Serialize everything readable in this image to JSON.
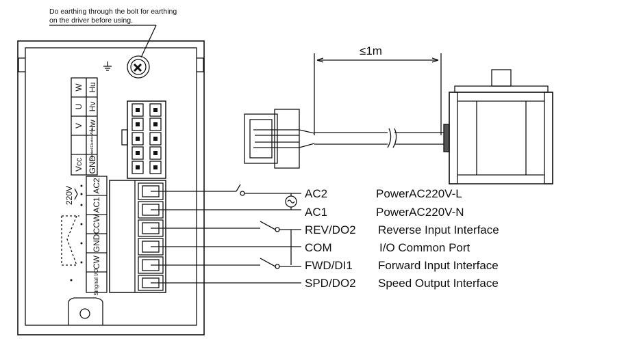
{
  "note": {
    "line1": "Do earthing through the bolt for earthing",
    "line2": "on the driver before using."
  },
  "cable_length": "≤1m",
  "motor_terminals": [
    {
      "main": "W",
      "hall": "Hu"
    },
    {
      "main": "U",
      "hall": "Hv"
    },
    {
      "main": "V",
      "hall": "Hw"
    },
    {
      "main": "",
      "hall": "Shielded Electric Wire"
    },
    {
      "main": "Vcc",
      "hall": "GND"
    }
  ],
  "terminal_block": [
    "AC2",
    "AC1",
    "CCW",
    "GND",
    "CW",
    "Singnal I/O"
  ],
  "voltage_label": "220V",
  "terminals": [
    {
      "name": "AC2",
      "desc": "PowerAC220V-L"
    },
    {
      "name": "AC1",
      "desc": "PowerAC220V-N"
    },
    {
      "name": "REV/DO2",
      "desc": "Reverse Input Interface"
    },
    {
      "name": "COM",
      "desc": "I/O Common Port"
    },
    {
      "name": "FWD/DI1",
      "desc": "Forward Input Interface"
    },
    {
      "name": "SPD/DO2",
      "desc": "Speed Output Interface"
    }
  ],
  "colors": {
    "line": "#111111",
    "background": "#ffffff"
  }
}
